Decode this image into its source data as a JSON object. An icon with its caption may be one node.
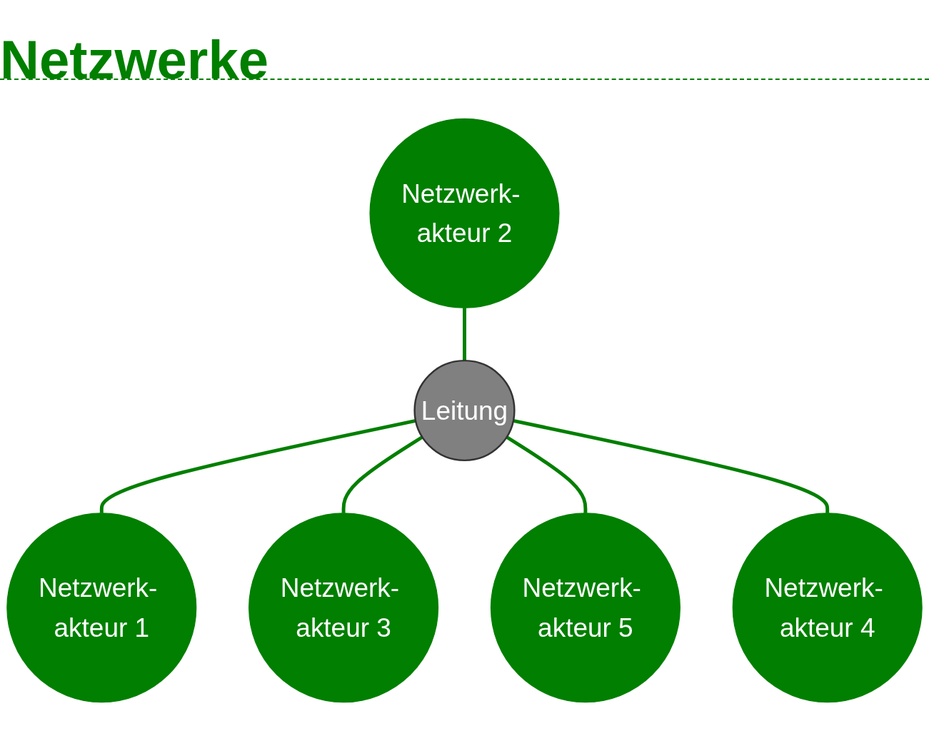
{
  "diagram": {
    "title": "Netzwerke",
    "nodes": [
      {
        "text": [
          "Netzwerk- akteur 2"
        ]
      },
      {
        "text": [
          "Netzwerk- akteur 1"
        ]
      },
      {
        "text": [
          "Netzwerk- akteur 3"
        ]
      },
      {
        "text": [
          "Leitung"
        ]
      },
      {
        "text": [
          "Netzwerk- akteur 5"
        ]
      },
      {
        "text": [
          "Netzwerk- akteur 4"
        ]
      }
    ],
    "edges": [
      {
        "from": 0,
        "to": 3,
        "arrow": "none"
      },
      {
        "from": 3,
        "to": 1,
        "arrow": "none"
      },
      {
        "from": 3,
        "to": 2,
        "arrow": "none"
      },
      {
        "from": 3,
        "to": 4,
        "arrow": "none"
      },
      {
        "from": 3,
        "to": 5,
        "arrow": "none"
      }
    ]
  }
}
